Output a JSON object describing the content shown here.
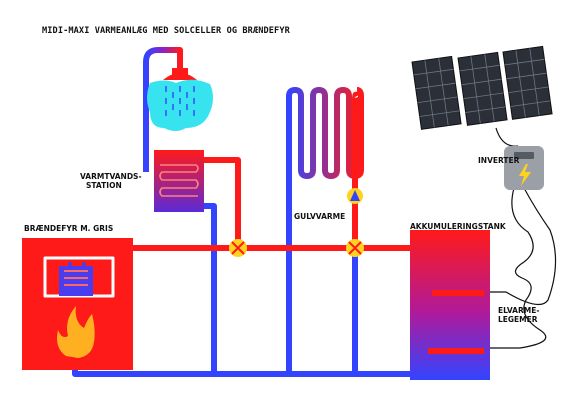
{
  "title": "MIDI-MAXI VARMEANLÆG MED SOLCELLER OG BRÆNDEFYR",
  "labels": {
    "station_line1": "VARMTVANDS-",
    "station_line2": "STATION",
    "stove": "BRÆNDEFYR M. GRIS",
    "floor": "GULVVARME",
    "tank": "AKKUMULERINGSTANK",
    "inverter": "INVERTER",
    "heater_line1": "ELVARME-",
    "heater_line2": "LEGEMER"
  },
  "colors": {
    "hot": "#ff1a1a",
    "cold": "#3344ff",
    "shower_water": "#38e3f0",
    "valve": "#ffd21f",
    "pump": "#ffd21f",
    "panel": "#2a2f38",
    "inverter": "#9aa0a6",
    "flame": "#ffb020"
  },
  "icons": [
    "shower-head-icon",
    "solar-panel-icon",
    "inverter-icon",
    "lightning-icon",
    "flame-icon",
    "valve-icon",
    "pump-icon"
  ]
}
